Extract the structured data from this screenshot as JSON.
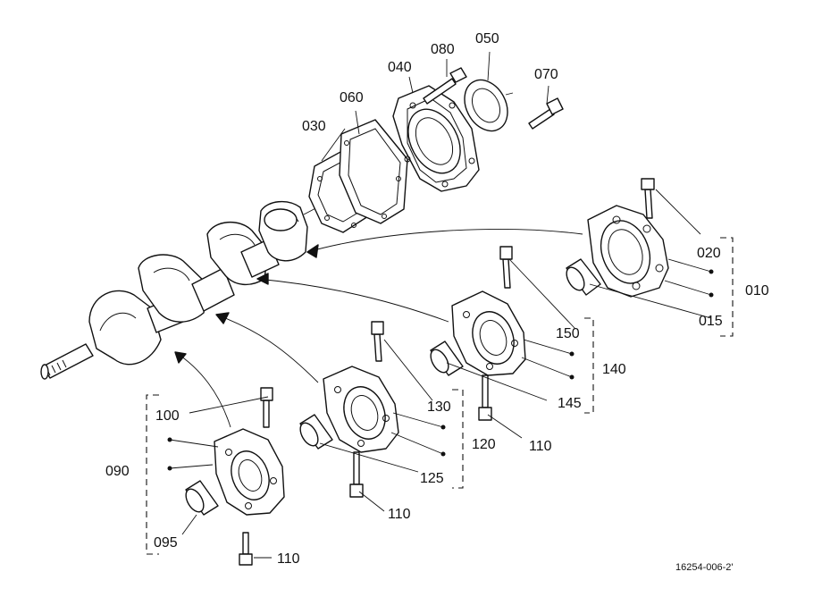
{
  "callouts": {
    "c010": "010",
    "c015": "015",
    "c020": "020",
    "c030": "030",
    "c040": "040",
    "c050": "050",
    "c060": "060",
    "c070": "070",
    "c080": "080",
    "c090": "090",
    "c095": "095",
    "c100": "100",
    "c110a": "110",
    "c110b": "110",
    "c110c": "110",
    "c120": "120",
    "c125": "125",
    "c130": "130",
    "c140": "140",
    "c145": "145",
    "c150": "150"
  },
  "figure_id": "16254-006-2'"
}
